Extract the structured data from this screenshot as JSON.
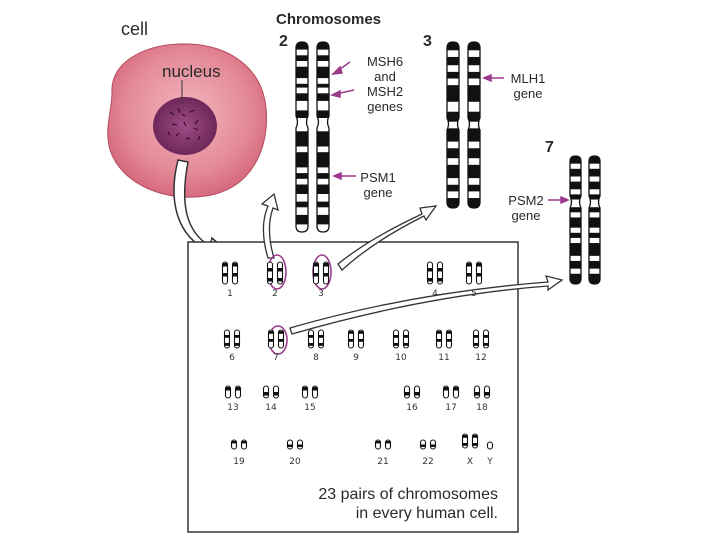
{
  "cell_label": "cell",
  "nucleus_label": "nucleus",
  "title": "Chromosomes",
  "chromosome_numbers": {
    "c2": "2",
    "c3": "3",
    "c7": "7"
  },
  "genes": {
    "msh6": "MSH6",
    "and": "and",
    "msh2": "MSH2",
    "genes_word": "genes",
    "psm1": "PSM1",
    "gene_word": "gene",
    "mlh1": "MLH1",
    "psm2": "PSM2"
  },
  "karyotype_labels": [
    "1",
    "2",
    "3",
    "4",
    "5",
    "6",
    "7",
    "8",
    "9",
    "10",
    "11",
    "12",
    "13",
    "14",
    "15",
    "16",
    "17",
    "18",
    "19",
    "20",
    "21",
    "22",
    "X",
    "Y"
  ],
  "caption": {
    "line1": "23 pairs of chromosomes",
    "line2": "in every human cell."
  },
  "colors": {
    "cell": "#e0828f",
    "nucleus": "#7a2f62",
    "highlight": "#9b3a8c",
    "arrow": "#6b2f6b"
  }
}
